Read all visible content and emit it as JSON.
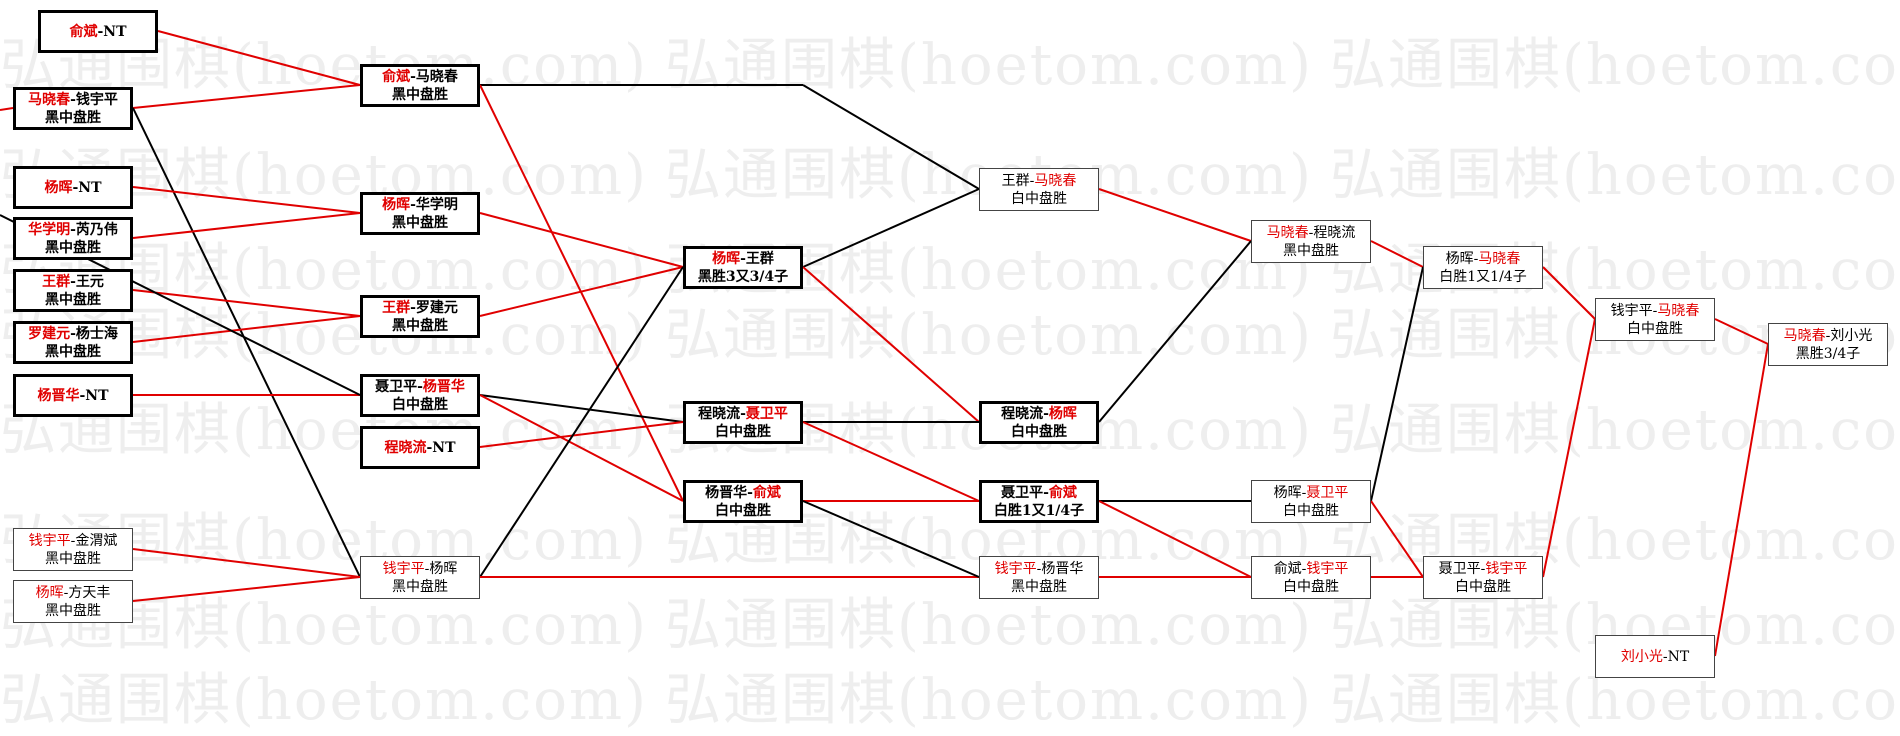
{
  "watermark": "弘通围棋(hoetom.com)",
  "colors": {
    "red": "#e00000",
    "black": "#000000"
  },
  "nodes": {
    "r1_1": {
      "a": "俞斌",
      "sep": "-",
      "b": "NT",
      "red": "a",
      "result": ""
    },
    "r1_2": {
      "a": "马晓春",
      "sep": "-",
      "b": "钱宇平",
      "red": "a",
      "result": "黑中盘胜"
    },
    "r1_3": {
      "a": "杨晖",
      "sep": "-",
      "b": "NT",
      "red": "a",
      "result": ""
    },
    "r1_4": {
      "a": "华学明",
      "sep": "-",
      "b": "芮乃伟",
      "red": "a",
      "result": "黑中盘胜"
    },
    "r1_5": {
      "a": "王群",
      "sep": "-",
      "b": "王元",
      "red": "a",
      "result": "黑中盘胜"
    },
    "r1_6": {
      "a": "罗建元",
      "sep": "-",
      "b": "杨士海",
      "red": "a",
      "result": "黑中盘胜"
    },
    "r1_7": {
      "a": "杨晋华",
      "sep": "-",
      "b": "NT",
      "red": "a",
      "result": ""
    },
    "r1_8": {
      "a": "钱宇平",
      "sep": "-",
      "b": "金渭斌",
      "red": "a",
      "result": "黑中盘胜"
    },
    "r1_9": {
      "a": "杨晖",
      "sep": "-",
      "b": "方天丰",
      "red": "a",
      "result": "黑中盘胜"
    },
    "r2_1": {
      "a": "俞斌",
      "sep": "-",
      "b": "马晓春",
      "red": "a",
      "result": "黑中盘胜"
    },
    "r2_2": {
      "a": "杨晖",
      "sep": "-",
      "b": "华学明",
      "red": "a",
      "result": "黑中盘胜"
    },
    "r2_3": {
      "a": "王群",
      "sep": "-",
      "b": "罗建元",
      "red": "a",
      "result": "黑中盘胜"
    },
    "r2_4": {
      "a": "聂卫平",
      "sep": "-",
      "b": "杨晋华",
      "red": "b",
      "result": "白中盘胜"
    },
    "r2_5": {
      "a": "程晓流",
      "sep": "-",
      "b": "NT",
      "red": "a",
      "result": ""
    },
    "r2_6": {
      "a": "钱宇平",
      "sep": "-",
      "b": "杨晖",
      "red": "a",
      "result": "黑中盘胜"
    },
    "r3_1": {
      "a": "杨晖",
      "sep": "-",
      "b": "王群",
      "red": "a",
      "result": "黑胜3又3/4子"
    },
    "r3_2": {
      "a": "程晓流",
      "sep": "-",
      "b": "聂卫平",
      "red": "b",
      "result": "白中盘胜"
    },
    "r3_3": {
      "a": "杨晋华",
      "sep": "-",
      "b": "俞斌",
      "red": "b",
      "result": "白中盘胜"
    },
    "r4_1": {
      "a": "王群",
      "sep": "-",
      "b": "马晓春",
      "red": "b",
      "result": "白中盘胜"
    },
    "r4_2": {
      "a": "程晓流",
      "sep": "-",
      "b": "杨晖",
      "red": "b",
      "result": "白中盘胜"
    },
    "r4_3": {
      "a": "聂卫平",
      "sep": "-",
      "b": "俞斌",
      "red": "b",
      "result": "白胜1又1/4子"
    },
    "r4_4": {
      "a": "钱宇平",
      "sep": "-",
      "b": "杨晋华",
      "red": "a",
      "result": "黑中盘胜"
    },
    "r5_1": {
      "a": "马晓春",
      "sep": "-",
      "b": "程晓流",
      "red": "a",
      "result": "黑中盘胜"
    },
    "r5_2": {
      "a": "杨晖",
      "sep": "-",
      "b": "聂卫平",
      "red": "b",
      "result": "白中盘胜"
    },
    "r5_3": {
      "a": "俞斌",
      "sep": "-",
      "b": "钱宇平",
      "red": "b",
      "result": "白中盘胜"
    },
    "r6_1": {
      "a": "杨晖",
      "sep": "-",
      "b": "马晓春",
      "red": "b",
      "result": "白胜1又1/4子"
    },
    "r6_2": {
      "a": "聂卫平",
      "sep": "-",
      "b": "钱宇平",
      "red": "b",
      "result": "白中盘胜"
    },
    "r7_1": {
      "a": "钱宇平",
      "sep": "-",
      "b": "马晓春",
      "red": "b",
      "result": "白中盘胜"
    },
    "r7_2": {
      "a": "刘小光",
      "sep": "-",
      "b": "NT",
      "red": "a",
      "result": ""
    },
    "r8_1": {
      "a": "马晓春",
      "sep": "-",
      "b": "刘小光",
      "red": "a",
      "result": "黑胜3/4子"
    }
  }
}
